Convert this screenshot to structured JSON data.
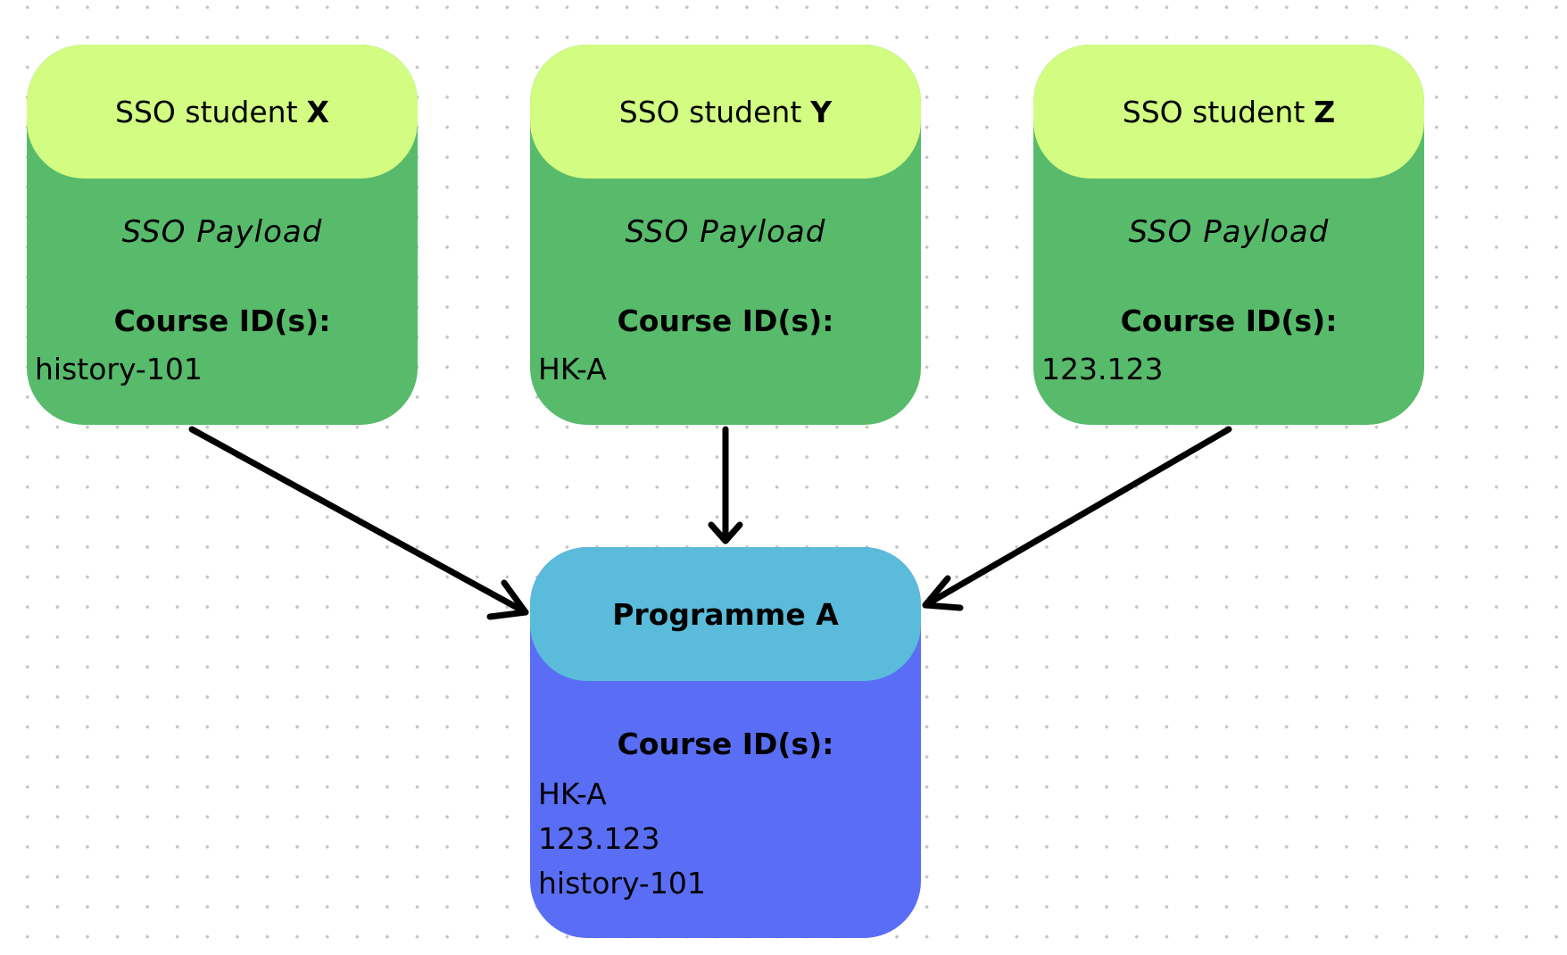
{
  "students": [
    {
      "name_prefix": "SSO student",
      "name_letter": "X",
      "payload": "SSO Payload",
      "course_label": "Course ID(s):",
      "course_id": "history-101"
    },
    {
      "name_prefix": "SSO student",
      "name_letter": "Y",
      "payload": "SSO Payload",
      "course_label": "Course ID(s):",
      "course_id": "HK-A"
    },
    {
      "name_prefix": "SSO student",
      "name_letter": "Z",
      "payload": "SSO Payload",
      "course_label": "Course ID(s):",
      "course_id": "123.123"
    }
  ],
  "programme": {
    "title": "Programme A",
    "course_label": "Course ID(s):",
    "course_ids": [
      "HK-A",
      "123.123",
      "history-101"
    ]
  },
  "colors": {
    "student_header": "#d2fd82",
    "student_body": "#58bb6c",
    "programme_header": "#5abcda",
    "programme_body": "#5a6ef5",
    "arrow": "#000000"
  }
}
